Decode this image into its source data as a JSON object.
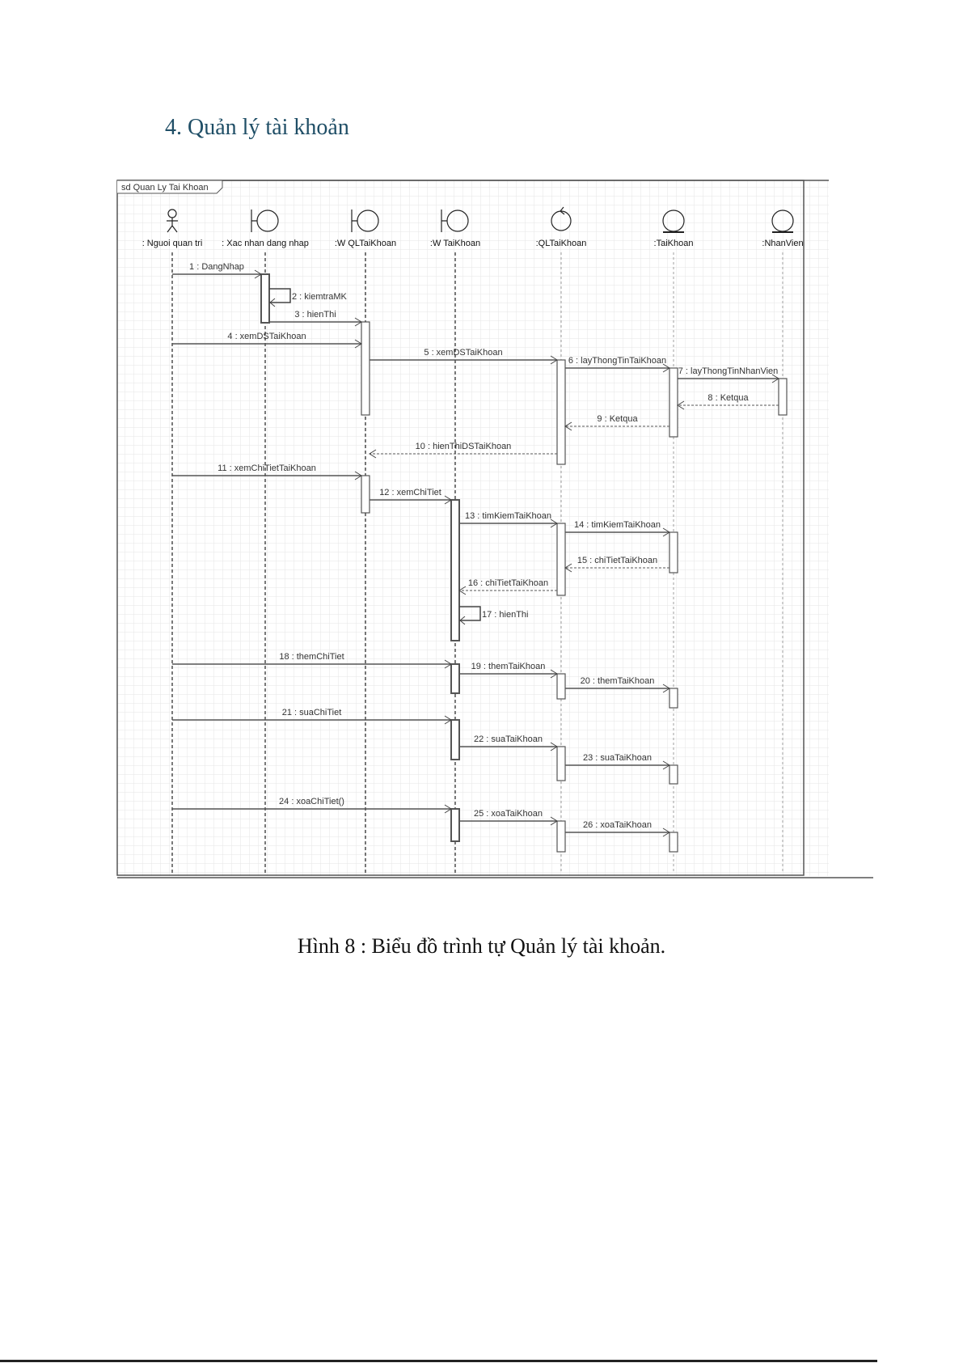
{
  "heading": "4. Quản lý tài khoản",
  "caption": "Hình 8 : Biểu đồ trình tự Quản lý tài khoản.",
  "diagram": {
    "frame_label": "sd Quan Ly Tai Khoan",
    "lifelines": [
      {
        "name": ": Nguoi quan tri",
        "kind": "actor"
      },
      {
        "name": ": Xac nhan dang nhap",
        "kind": "boundary"
      },
      {
        "name": ":W QLTaiKhoan",
        "kind": "boundary"
      },
      {
        "name": ":W TaiKhoan",
        "kind": "boundary"
      },
      {
        "name": ":QLTaiKhoan",
        "kind": "control"
      },
      {
        "name": ":TaiKhoan",
        "kind": "entity"
      },
      {
        "name": ":NhanVien",
        "kind": "entity"
      }
    ],
    "messages": [
      {
        "label": "1 : DangNhap",
        "from": 0,
        "to": 1,
        "type": "call"
      },
      {
        "label": "2 : kiemtraMK",
        "from": 1,
        "to": 1,
        "type": "self"
      },
      {
        "label": "3 : hienThi",
        "from": 1,
        "to": 2,
        "type": "call"
      },
      {
        "label": "4 : xemDSTaiKhoan",
        "from": 0,
        "to": 2,
        "type": "call"
      },
      {
        "label": "5 : xemDSTaiKhoan",
        "from": 2,
        "to": 4,
        "type": "call"
      },
      {
        "label": "6 : layThongTinTaiKhoan",
        "from": 4,
        "to": 5,
        "type": "call"
      },
      {
        "label": "7 : layThongTinNhanVien",
        "from": 5,
        "to": 6,
        "type": "call"
      },
      {
        "label": "8 : Ketqua",
        "from": 6,
        "to": 5,
        "type": "return"
      },
      {
        "label": "9 : Ketqua",
        "from": 5,
        "to": 4,
        "type": "return"
      },
      {
        "label": "10 : hienThiDSTaiKhoan",
        "from": 4,
        "to": 2,
        "type": "return"
      },
      {
        "label": "11 : xemChiTietTaiKhoan",
        "from": 0,
        "to": 2,
        "type": "call"
      },
      {
        "label": "12 : xemChiTiet",
        "from": 2,
        "to": 3,
        "type": "call"
      },
      {
        "label": "13 : timKiemTaiKhoan",
        "from": 3,
        "to": 4,
        "type": "call"
      },
      {
        "label": "14 : timKiemTaiKhoan",
        "from": 4,
        "to": 5,
        "type": "call"
      },
      {
        "label": "15 : chiTietTaiKhoan",
        "from": 5,
        "to": 4,
        "type": "return"
      },
      {
        "label": "16 : chiTietTaiKhoan",
        "from": 4,
        "to": 3,
        "type": "return"
      },
      {
        "label": "17 : hienThi",
        "from": 3,
        "to": 3,
        "type": "self"
      },
      {
        "label": "18 : themChiTiet",
        "from": 0,
        "to": 3,
        "type": "call"
      },
      {
        "label": "19 : themTaiKhoan",
        "from": 3,
        "to": 4,
        "type": "call"
      },
      {
        "label": "20 : themTaiKhoan",
        "from": 4,
        "to": 5,
        "type": "call"
      },
      {
        "label": "21 : suaChiTiet",
        "from": 0,
        "to": 3,
        "type": "call"
      },
      {
        "label": "22 : suaTaiKhoan",
        "from": 3,
        "to": 4,
        "type": "call"
      },
      {
        "label": "23 : suaTaiKhoan",
        "from": 4,
        "to": 5,
        "type": "call"
      },
      {
        "label": "24 : xoaChiTiet()",
        "from": 0,
        "to": 3,
        "type": "call"
      },
      {
        "label": "25 : xoaTaiKhoan",
        "from": 3,
        "to": 4,
        "type": "call"
      },
      {
        "label": "26 : xoaTaiKhoan",
        "from": 4,
        "to": 5,
        "type": "call"
      }
    ]
  }
}
